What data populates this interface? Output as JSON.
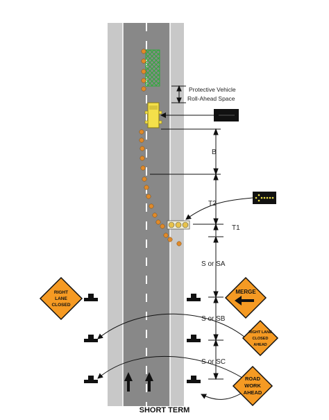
{
  "caption": "SHORT TERM",
  "labels": {
    "protective_space_line1": "Protective Vehicle",
    "protective_space_line2": "Roll-Ahead Space",
    "b": "B",
    "t2": "T2",
    "t1": "T1",
    "s_or_sa": "S or SA",
    "s_or_sb": "S or SB",
    "s_or_sc": "S or SC"
  },
  "signs": {
    "right_lane_closed_left": [
      "RIGHT",
      "LANE",
      "CLOSED"
    ],
    "merge": "MERGE",
    "right_lane_closed_ahead": [
      "RIGHT LANE",
      "CLOSED",
      "AHEAD"
    ],
    "road_work_ahead": [
      "ROAD",
      "WORK",
      "AHEAD"
    ]
  },
  "colors": {
    "road": "#888888",
    "shoulder": "#c8c8c8",
    "cone": "#e08a2a",
    "sign_orange": "#f59a23",
    "work_area": "#2eaa3a",
    "vehicle": "#f4e04a"
  },
  "icons": [
    "arrow-board-icon",
    "flashing-arrow-panel-icon",
    "warning-light-icon",
    "sign-stand-icon",
    "up-arrow-icon",
    "left-arrow-icon"
  ]
}
